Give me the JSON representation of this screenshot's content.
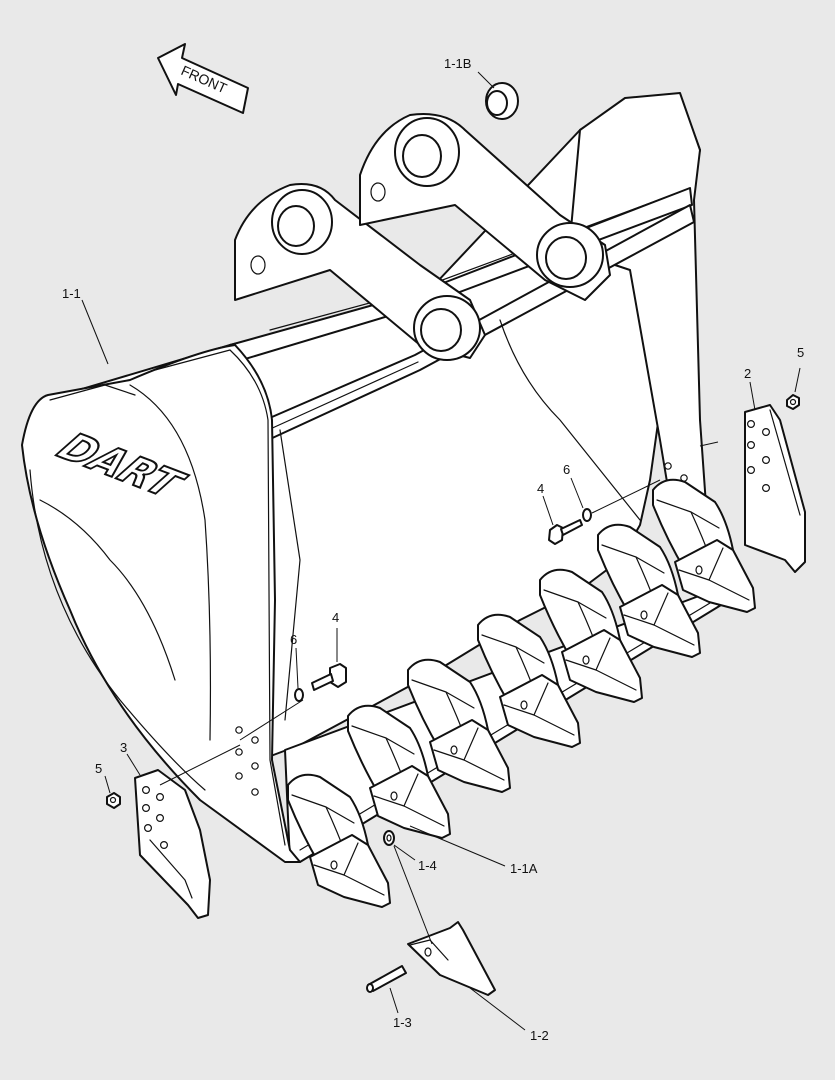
{
  "direction_label": "FRONT",
  "logo_text": "DART",
  "callouts": {
    "bucket": "1-1",
    "bushing": "1-1B",
    "adapter": "1-1A",
    "lock_washer": "1-4",
    "tooth_pin": "1-3",
    "tooth": "1-2",
    "side_cutter_right": "2",
    "side_cutter_left": "3",
    "bolt_right": "4",
    "bolt_left": "4",
    "washer_right": "6",
    "washer_left": "6",
    "nut_right": "5",
    "nut_left": "5"
  },
  "colors": {
    "background": "#e9e9e9",
    "line": "#111111",
    "fill": "#ffffff"
  }
}
